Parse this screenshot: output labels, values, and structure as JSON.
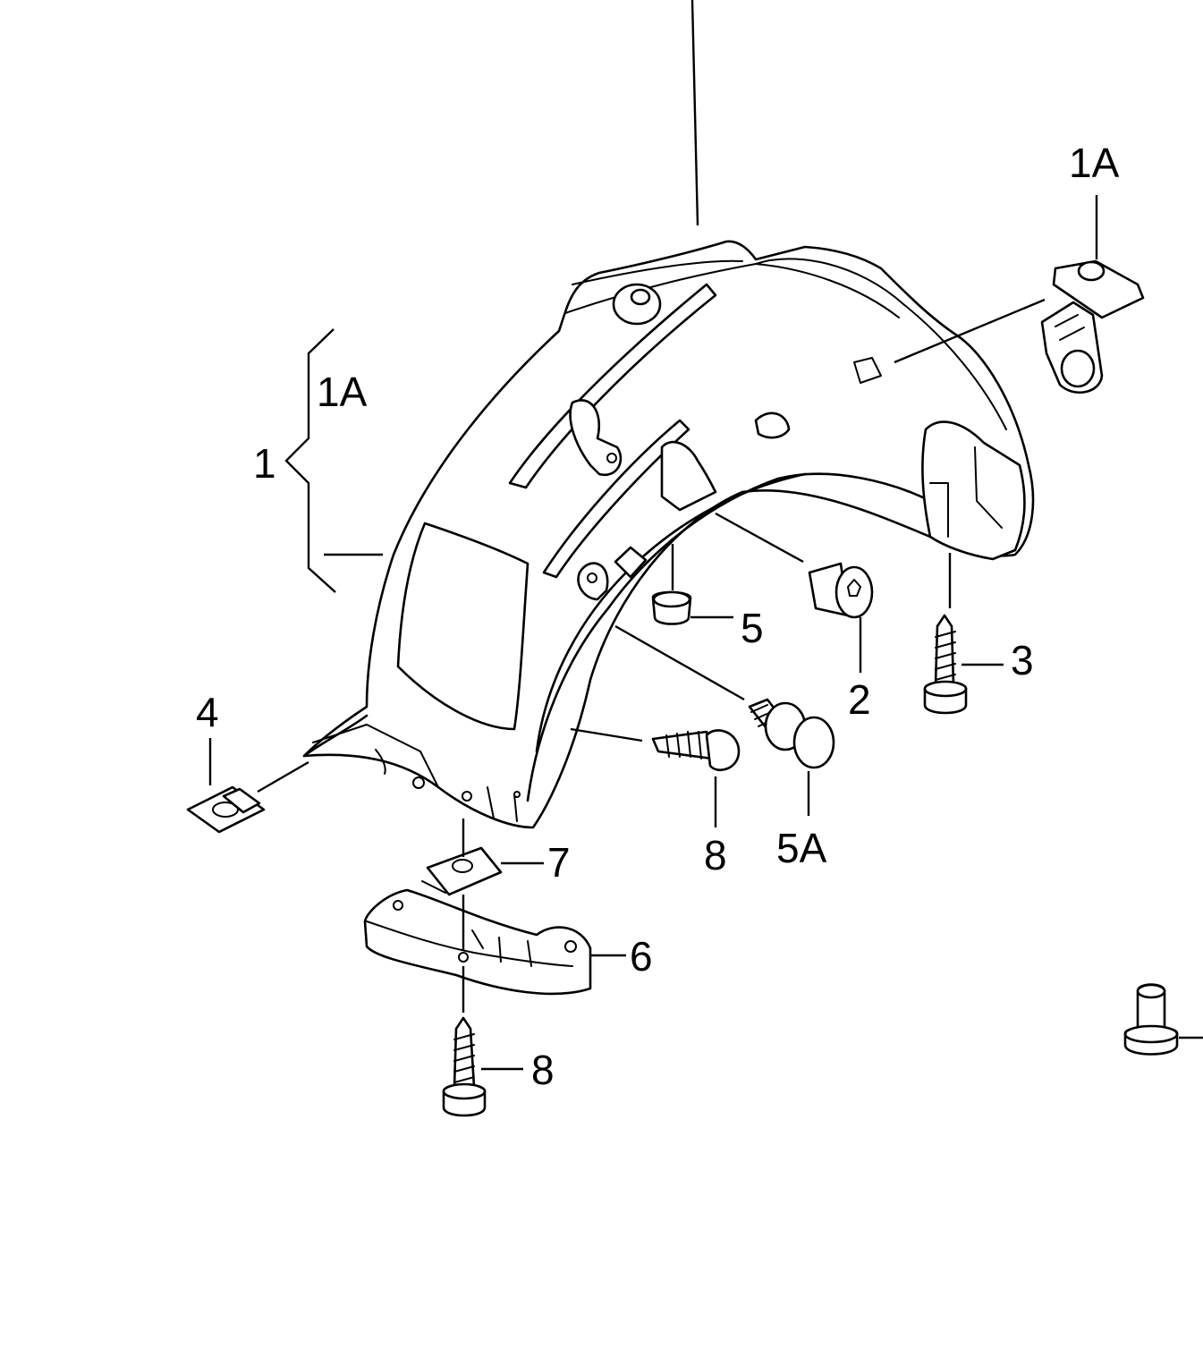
{
  "callouts": {
    "c1": "1",
    "c1A_bracket": "1A",
    "c1A_clip": "1A",
    "c2": "2",
    "c3": "3",
    "c4": "4",
    "c5": "5",
    "c5A": "5A",
    "c6": "6",
    "c7": "7",
    "c8_screw": "8",
    "c8_bottom": "8"
  }
}
